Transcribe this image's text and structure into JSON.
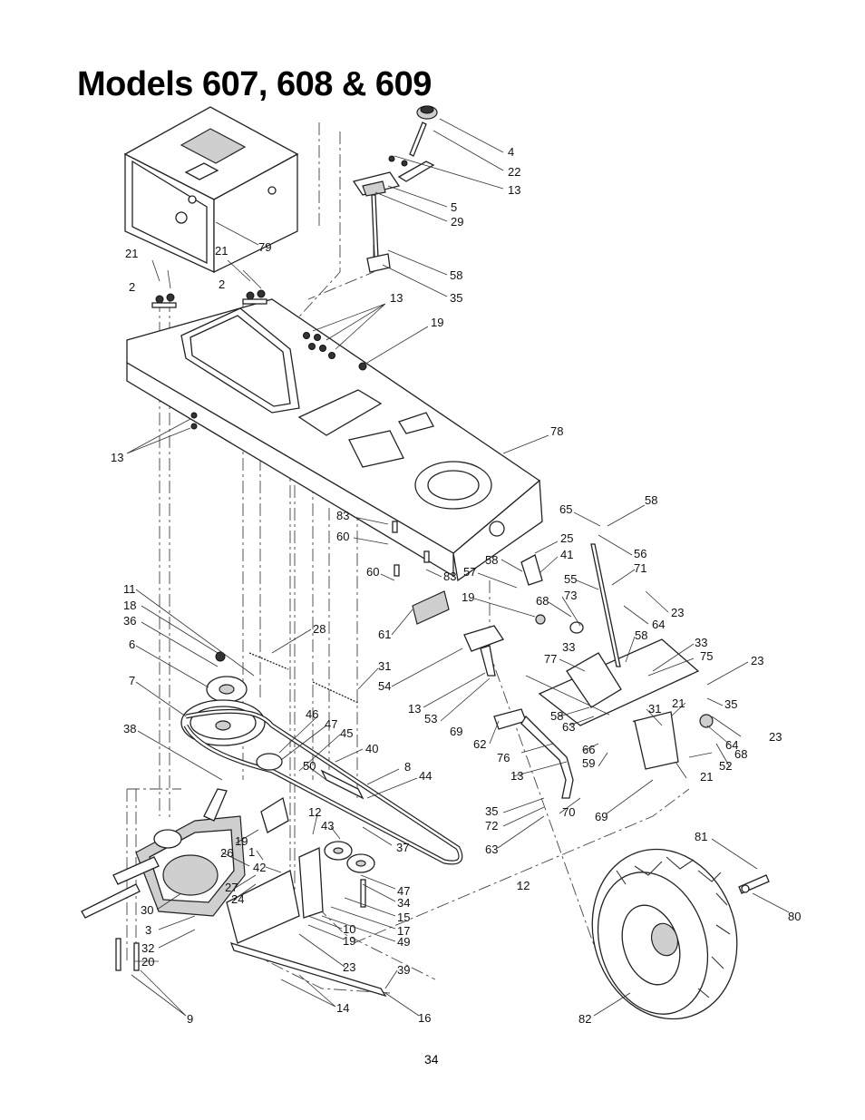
{
  "title": "Models 607, 608 & 609",
  "page_number": "34",
  "callouts": [
    "4",
    "22",
    "13",
    "5",
    "29",
    "79",
    "21",
    "2",
    "21",
    "2",
    "58",
    "35",
    "13",
    "19",
    "78",
    "13",
    "65",
    "58",
    "56",
    "83",
    "60",
    "25",
    "41",
    "60",
    "83",
    "58",
    "57",
    "55",
    "71",
    "11",
    "18",
    "36",
    "19",
    "68",
    "73",
    "23",
    "28",
    "64",
    "6",
    "61",
    "31",
    "58",
    "33",
    "7",
    "54",
    "77",
    "33",
    "75",
    "23",
    "46",
    "47",
    "45",
    "13",
    "53",
    "69",
    "31",
    "35",
    "38",
    "40",
    "62",
    "58",
    "63",
    "21",
    "64",
    "23",
    "50",
    "8",
    "76",
    "66",
    "59",
    "68",
    "44",
    "13",
    "21",
    "52",
    "12",
    "43",
    "35",
    "70",
    "69",
    "19",
    "37",
    "72",
    "26",
    "1",
    "42",
    "63",
    "81",
    "27",
    "24",
    "47",
    "12",
    "30",
    "34",
    "80",
    "15",
    "3",
    "10",
    "17",
    "19",
    "49",
    "32",
    "20",
    "23",
    "39",
    "14",
    "9",
    "16",
    "82"
  ]
}
